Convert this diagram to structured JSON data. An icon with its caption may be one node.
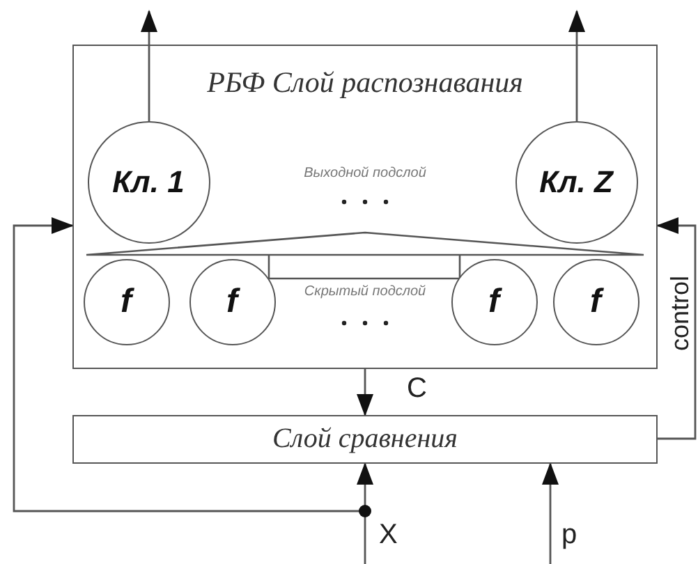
{
  "diagram": {
    "nodes": [
      {
        "text": [
          "РБФ Слой распознавания"
        ]
      },
      {
        "text": [
          "Кл. 1"
        ],
        "in": 0
      },
      {
        "text": [
          "Кл. Z"
        ],
        "in": 0
      },
      {
        "text": [
          "f"
        ],
        "in": 0
      },
      {
        "text": [
          "f"
        ],
        "in": 0
      },
      {
        "text": [
          "f"
        ],
        "in": 0
      },
      {
        "text": [
          "f"
        ],
        "in": 0
      },
      {
        "text": [
          "Слой сравнения"
        ]
      }
    ],
    "edges": [
      {
        "from": 1,
        "to": null,
        "arrow": "to"
      },
      {
        "from": 2,
        "to": null,
        "arrow": "to"
      },
      {
        "from": 0,
        "to": 7,
        "arrow": "to",
        "label": "C"
      },
      {
        "from": null,
        "to": 7,
        "arrow": "to",
        "label": "X"
      },
      {
        "from": null,
        "to": 0,
        "arrow": "to"
      },
      {
        "from": null,
        "to": 7,
        "arrow": "to",
        "label": "p"
      },
      {
        "from": 7,
        "to": 0,
        "arrow": "to",
        "label": "control"
      }
    ],
    "labels": [
      "Выходной подслой",
      "Скрытый подслой"
    ]
  }
}
